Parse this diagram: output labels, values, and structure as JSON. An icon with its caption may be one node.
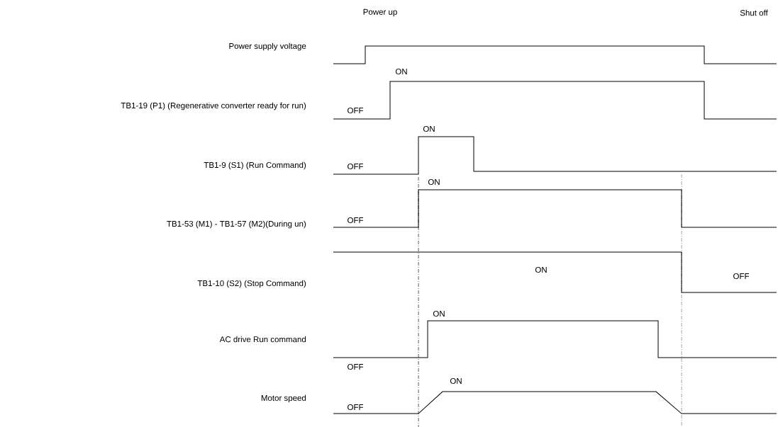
{
  "diagram": {
    "labels": [
      "Power up",
      "Shut off",
      "Power supply voltage",
      "ON",
      "TB1-19 (P1) (Regenerative converter ready for run)",
      "OFF",
      "ON",
      "TB1-9 (S1) (Run Command)",
      "OFF",
      "ON",
      "TB1-53 (M1) - TB1-57 (M2)(During un)",
      "OFF",
      "TB1-10 (S2) (Stop Command)",
      "ON",
      "OFF",
      "ON",
      "AC drive Run command",
      "OFF",
      "ON",
      "Motor speed",
      "OFF"
    ]
  }
}
